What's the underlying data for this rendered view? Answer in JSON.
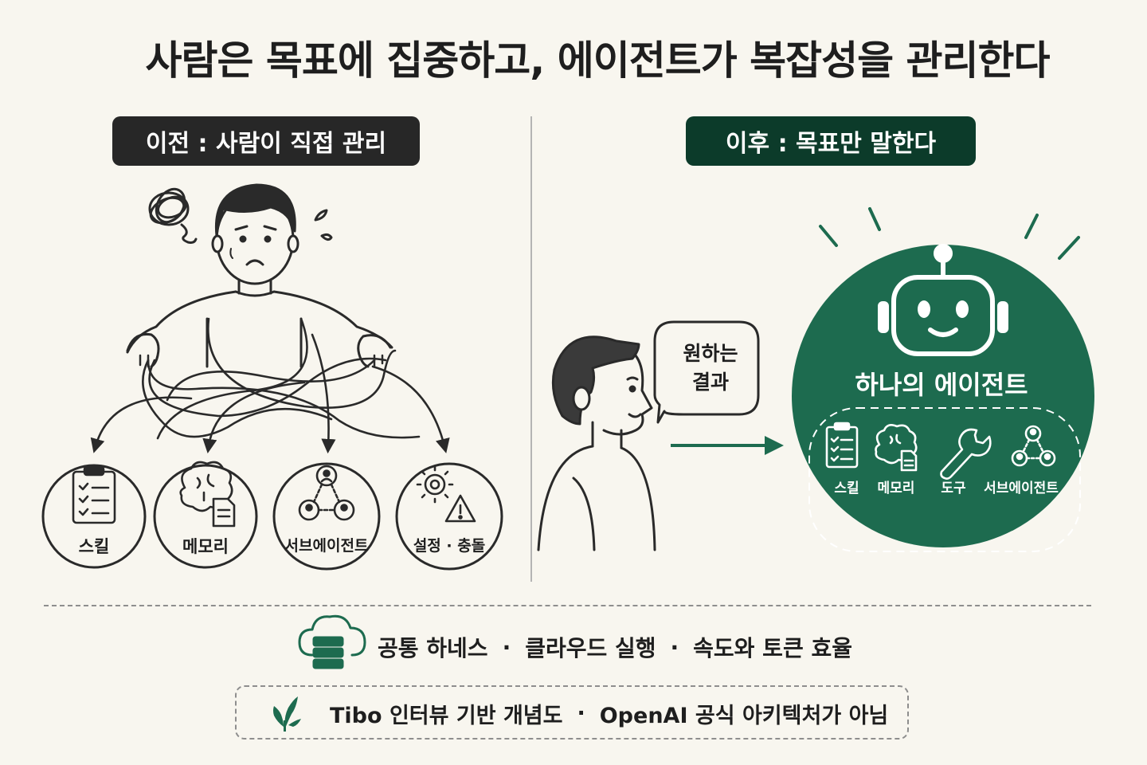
{
  "title": "사람은 목표에 집중하고, 에이전트가 복잡성을 관리한다",
  "before": {
    "label": "이전 : 사람이 직접 관리",
    "nodes": [
      "스킬",
      "메모리",
      "서브에이전트",
      "설정 · 충돌"
    ]
  },
  "after": {
    "label": "이후 : 목표만 말한다",
    "speech_line1": "원하는",
    "speech_line2": "결과",
    "agent_title": "하나의 에이전트",
    "agent_items": [
      "스킬",
      "메모리",
      "도구",
      "서브에이전트"
    ]
  },
  "features": {
    "item1": "공통 하네스",
    "item2": "클라우드 실행",
    "item3": "속도와 토큰 효율",
    "separator": "·",
    "icon": "cloud-server-icon"
  },
  "footer": {
    "note1": "Tibo 인터뷰 기반 개념도",
    "note2": "OpenAI 공식 아키텍처가 아님",
    "separator": "·",
    "icon": "leaf-icon"
  },
  "colors": {
    "accent_green": "#1d6b4f",
    "dark_green": "#0c3b2a",
    "dark_pill": "#272727",
    "background": "#f8f6ef"
  }
}
